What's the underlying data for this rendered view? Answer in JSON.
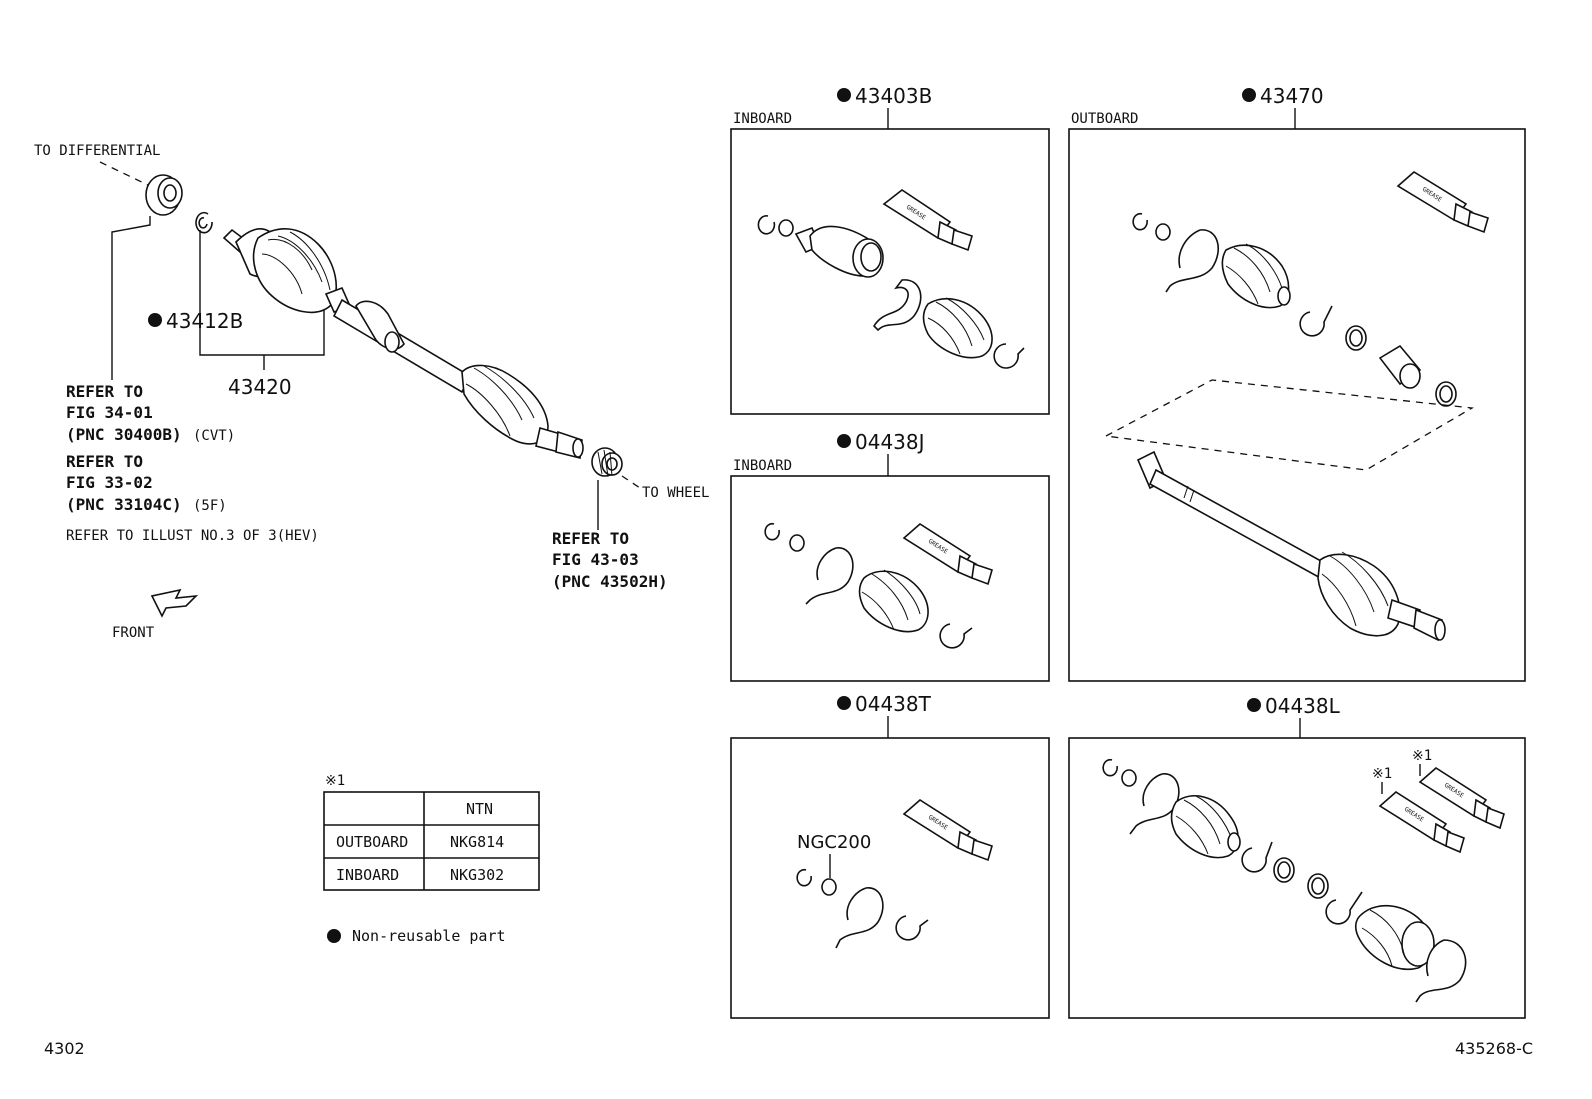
{
  "left": {
    "to_differential": "TO DIFFERENTIAL",
    "pn_43412b": "43412B",
    "pn_43420": "43420",
    "refer1_l1": "REFER TO",
    "refer1_l2": "FIG 34-01",
    "refer1_l3": "(PNC 30400B)",
    "refer1_l3b": "(CVT)",
    "refer2_l1": "REFER TO",
    "refer2_l2": "FIG 33-02",
    "refer2_l3": "(PNC 33104C)",
    "refer2_l3b": "(5F)",
    "refer_hev": "REFER TO ILLUST NO.3 OF 3(HEV)",
    "front": "FRONT",
    "to_wheel": "TO WHEEL",
    "refer3_l1": "REFER TO",
    "refer3_l2": "FIG 43-03",
    "refer3_l3": "(PNC 43502H)"
  },
  "table": {
    "note_mark": "※1",
    "header_ntn": "NTN",
    "rows": [
      {
        "name": "OUTBOARD",
        "value": "NKG814"
      },
      {
        "name": "INBOARD",
        "value": "NKG302"
      }
    ]
  },
  "legend": {
    "non_reusable": "Non-reusable part"
  },
  "boxes": {
    "b1": {
      "pn": "43403B",
      "label": "INBOARD"
    },
    "b2": {
      "pn": "04438J",
      "label": "INBOARD"
    },
    "b3": {
      "pn": "04438T",
      "label": "",
      "sub": "NGC200"
    },
    "b4": {
      "pn": "43470",
      "label": "OUTBOARD"
    },
    "b5": {
      "pn": "04438L",
      "label": "",
      "note1": "※1",
      "note2": "※1"
    }
  },
  "grease_text": "GREASE",
  "footer": {
    "left": "4302",
    "right": "435268-C"
  }
}
